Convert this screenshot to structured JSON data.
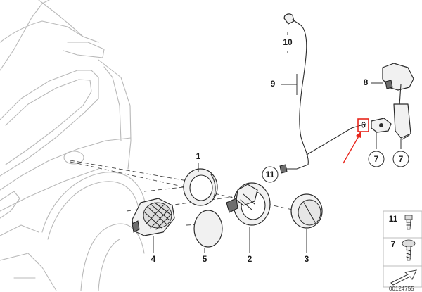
{
  "callouts": {
    "c1": "1",
    "c2": "2",
    "c3": "3",
    "c4": "4",
    "c5": "5",
    "c6": "6",
    "c7a": "7",
    "c7b": "7",
    "c8": "8",
    "c9": "9",
    "c10": "10",
    "c11": "11"
  },
  "legend": {
    "item_11": "11",
    "item_7": "7"
  },
  "doc_number": "00124755",
  "colors": {
    "highlight_box": "#e8261c",
    "arrow": "#e8261c",
    "car_outline": "#b9b9b9",
    "parts_outline": "#2b2b2b"
  }
}
